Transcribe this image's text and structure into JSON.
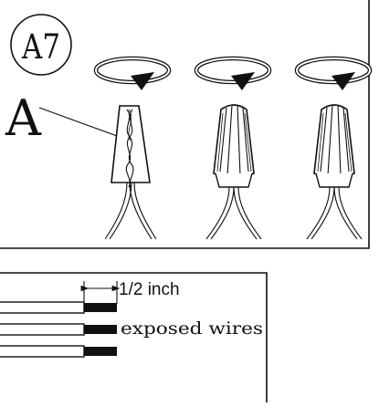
{
  "step_badge": {
    "label": "A7"
  },
  "part_label": {
    "label": "A"
  },
  "dimension": {
    "label": "1/2 inch"
  },
  "wire_callout": {
    "label": "exposed wires"
  },
  "colors": {
    "ink": "#111111",
    "background": "#ffffff"
  },
  "icons": {
    "rotation": "clockwise-arrow-icon",
    "connector": "wire-nut-icon"
  }
}
